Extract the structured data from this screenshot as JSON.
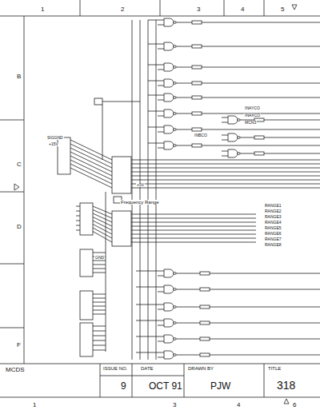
{
  "diagram": {
    "labels": [
      "1",
      "2",
      "3",
      "4",
      "5",
      "B",
      "C",
      "D",
      "F",
      "INAYCO",
      "INAXCO",
      "MCN3",
      "INBCO",
      "SIGGND",
      "+15V",
      "+5V",
      "Frequency Range",
      "GND",
      "RANGE1",
      "RANGE2",
      "RANGE3",
      "RANGE4",
      "RANGE5",
      "RANGE6",
      "RANGE7",
      "RANGE8",
      "MCDS",
      "ISSUE NO.",
      "DATE",
      "9",
      "OCT 91",
      "DRAWN BY",
      "PJW",
      "TITLE",
      "318",
      "1",
      "3",
      "4",
      "6"
    ]
  }
}
